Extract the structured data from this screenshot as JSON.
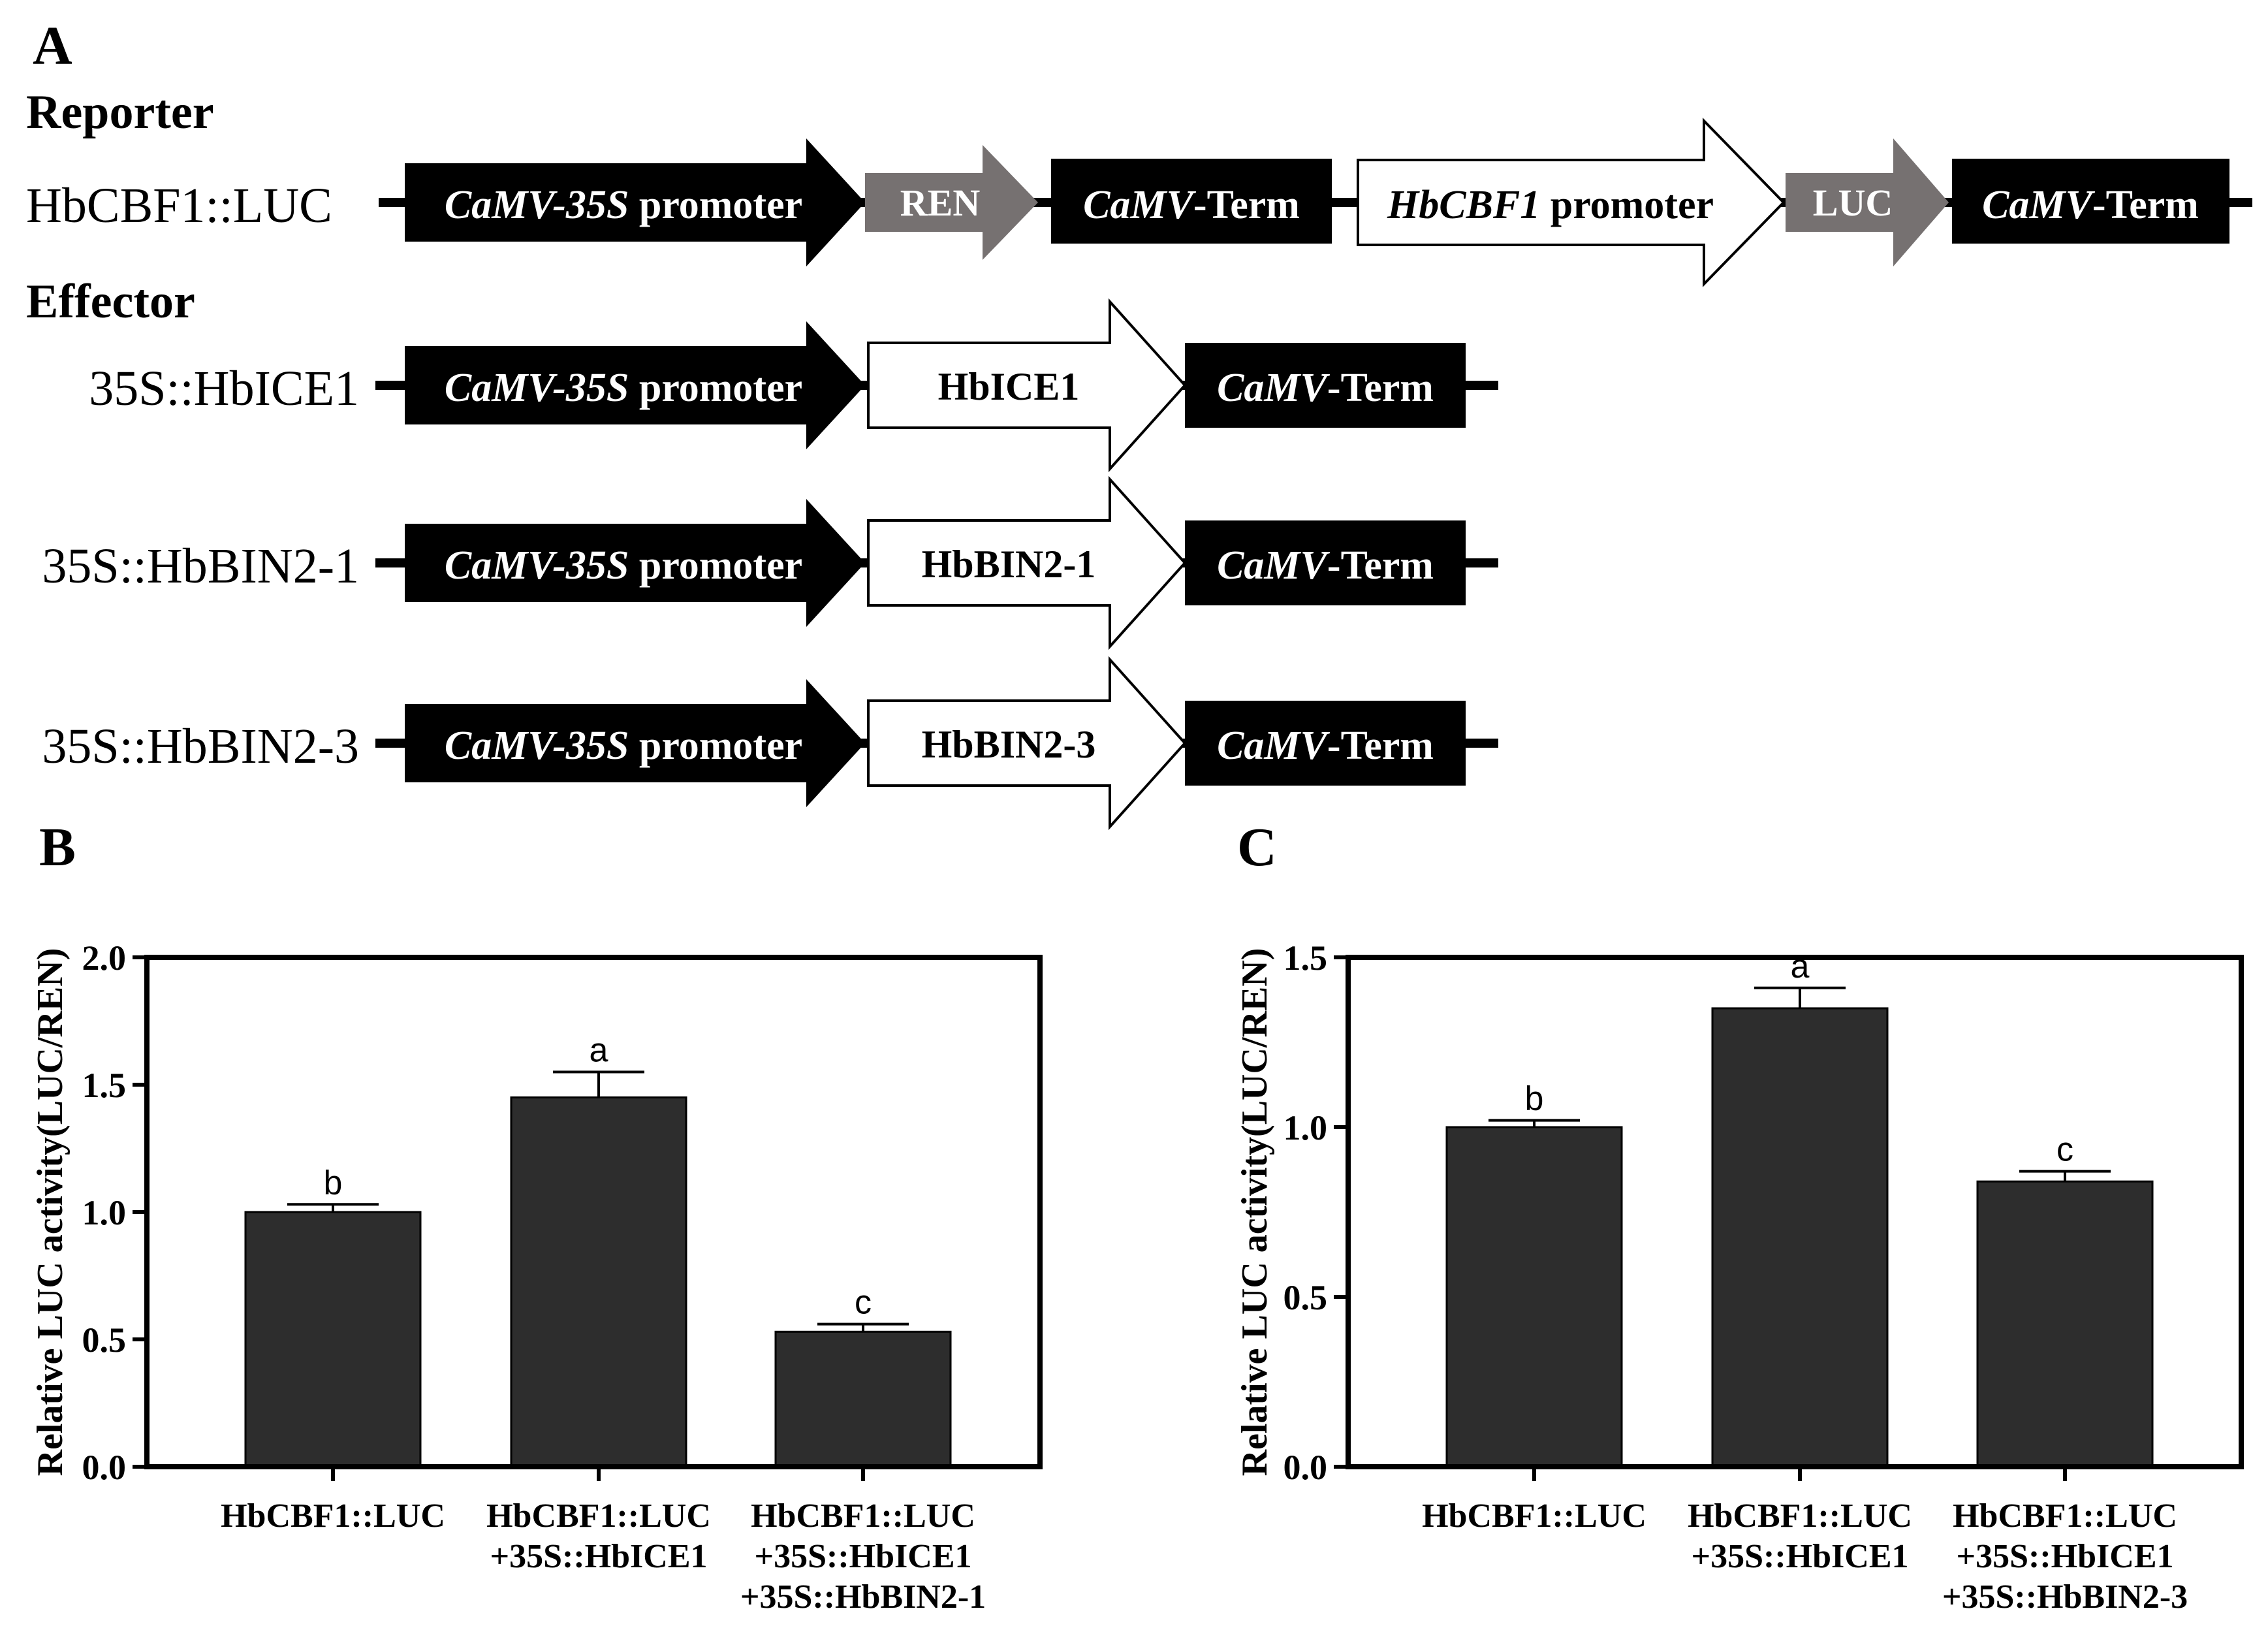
{
  "panel_labels": {
    "a": "A",
    "b": "B",
    "c": "C"
  },
  "reporter": {
    "section_title": "Reporter",
    "construct_label": "HbCBF1::LUC",
    "parts": {
      "promoter": {
        "ital": "CaMV-35S",
        "rest": " promoter"
      },
      "ren": "REN",
      "term1": {
        "ital": "CaMV",
        "rest": "-Term"
      },
      "hbcbf1_promoter": {
        "ital": "HbCBF1",
        "rest": " promoter"
      },
      "luc": "LUC",
      "term2": {
        "ital": "CaMV",
        "rest": "-Term"
      }
    }
  },
  "effector": {
    "section_title": "Effector",
    "constructs": [
      {
        "label": "35S::HbICE1",
        "promoter": {
          "ital": "CaMV-35S",
          "rest": " promoter"
        },
        "gene": "HbICE1",
        "term": {
          "ital": "CaMV",
          "rest": "-Term"
        }
      },
      {
        "label": "35S::HbBIN2-1",
        "promoter": {
          "ital": "CaMV-35S",
          "rest": " promoter"
        },
        "gene": "HbBIN2-1",
        "term": {
          "ital": "CaMV",
          "rest": "-Term"
        }
      },
      {
        "label": "35S::HbBIN2-3",
        "promoter": {
          "ital": "CaMV-35S",
          "rest": " promoter"
        },
        "gene": "HbBIN2-3",
        "term": {
          "ital": "CaMV",
          "rest": "-Term"
        }
      }
    ]
  },
  "colors": {
    "bar_fill": "#2d2d2d",
    "gray_arrow": "#767171",
    "black": "#000000"
  },
  "chart_data": [
    {
      "type": "bar",
      "panel": "B",
      "ylabel": "Relative LUC activity(LUC/REN)",
      "ylim": [
        0,
        2.0
      ],
      "yticks": [
        "0.0",
        "0.5",
        "1.0",
        "1.5",
        "2.0"
      ],
      "categories": [
        [
          "HbCBF1::LUC"
        ],
        [
          "HbCBF1::LUC",
          "+35S::HbICE1"
        ],
        [
          "HbCBF1::LUC",
          "+35S::HbICE1",
          "+35S::HbBIN2-1"
        ]
      ],
      "values": [
        1.0,
        1.45,
        0.53
      ],
      "errors": [
        0.03,
        0.1,
        0.03
      ],
      "letters": [
        "b",
        "a",
        "c"
      ]
    },
    {
      "type": "bar",
      "panel": "C",
      "ylabel": "Relative LUC activity(LUC/REN)",
      "ylim": [
        0,
        1.5
      ],
      "yticks": [
        "0.0",
        "0.5",
        "1.0",
        "1.5"
      ],
      "categories": [
        [
          "HbCBF1::LUC"
        ],
        [
          "HbCBF1::LUC",
          "+35S::HbICE1"
        ],
        [
          "HbCBF1::LUC",
          "+35S::HbICE1",
          "+35S::HbBIN2-3"
        ]
      ],
      "values": [
        1.0,
        1.35,
        0.84
      ],
      "errors": [
        0.02,
        0.06,
        0.03
      ],
      "letters": [
        "b",
        "a",
        "c"
      ]
    }
  ]
}
